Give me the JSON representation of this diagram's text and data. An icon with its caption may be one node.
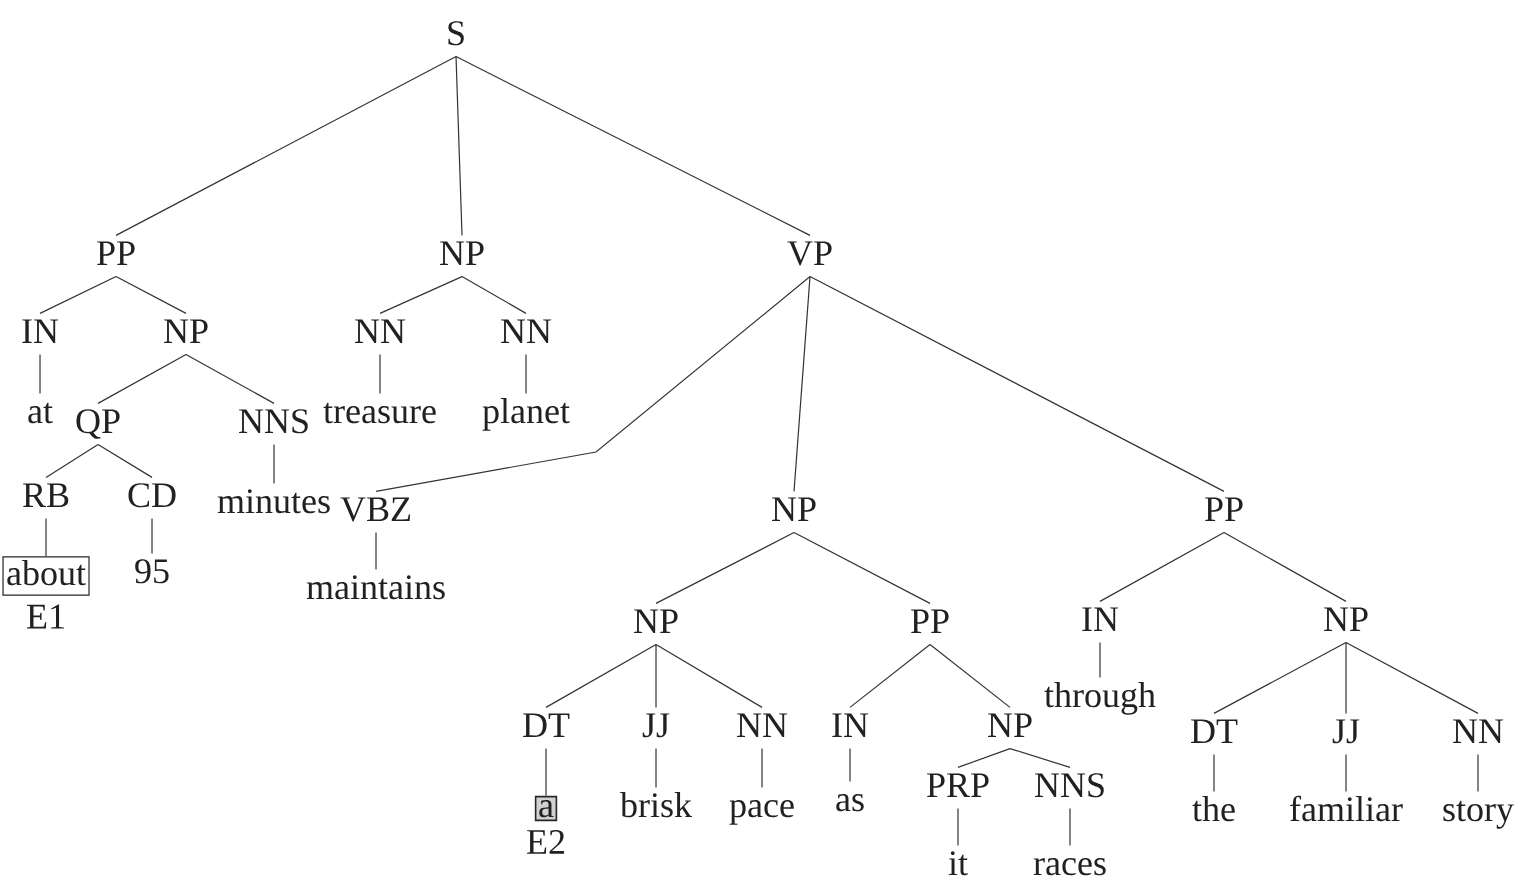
{
  "diagram": {
    "nodes": [
      {
        "text": [
          "S"
        ]
      },
      {
        "text": [
          "PP"
        ]
      },
      {
        "text": [
          "IN"
        ]
      },
      {
        "text": [
          "at"
        ]
      },
      {
        "text": [
          "NP"
        ]
      },
      {
        "text": [
          "QP"
        ]
      },
      {
        "text": [
          "RB"
        ]
      },
      {
        "text": [
          "about"
        ],
        "beside": [
          "E1"
        ]
      },
      {
        "text": [
          "CD"
        ]
      },
      {
        "text": [
          "95"
        ]
      },
      {
        "text": [
          "NNS"
        ]
      },
      {
        "text": [
          "minutes"
        ]
      },
      {
        "text": [
          "NP"
        ]
      },
      {
        "text": [
          "NN"
        ]
      },
      {
        "text": [
          "treasure"
        ]
      },
      {
        "text": [
          "NN"
        ]
      },
      {
        "text": [
          "planet"
        ]
      },
      {
        "text": [
          "VP"
        ]
      },
      {
        "text": [
          "VBZ"
        ]
      },
      {
        "text": [
          "maintains"
        ]
      },
      {
        "text": [
          "NP"
        ]
      },
      {
        "text": [
          "NP"
        ]
      },
      {
        "text": [
          "DT"
        ]
      },
      {
        "text": [
          "a"
        ],
        "beside": [
          "E2"
        ]
      },
      {
        "text": [
          "JJ"
        ]
      },
      {
        "text": [
          "brisk"
        ]
      },
      {
        "text": [
          "NN"
        ]
      },
      {
        "text": [
          "pace"
        ]
      },
      {
        "text": [
          "PP"
        ]
      },
      {
        "text": [
          "IN"
        ]
      },
      {
        "text": [
          "as"
        ]
      },
      {
        "text": [
          "NP"
        ]
      },
      {
        "text": [
          "PRP"
        ]
      },
      {
        "text": [
          "it"
        ]
      },
      {
        "text": [
          "NNS"
        ]
      },
      {
        "text": [
          "races"
        ]
      },
      {
        "text": [
          "PP"
        ]
      },
      {
        "text": [
          "IN"
        ]
      },
      {
        "text": [
          "through"
        ]
      },
      {
        "text": [
          "NP"
        ]
      },
      {
        "text": [
          "DT"
        ]
      },
      {
        "text": [
          "the"
        ]
      },
      {
        "text": [
          "JJ"
        ]
      },
      {
        "text": [
          "familiar"
        ]
      },
      {
        "text": [
          "NN"
        ]
      },
      {
        "text": [
          "story"
        ]
      }
    ],
    "edges": [
      {
        "from": 0,
        "to": 1,
        "arrow": "none"
      },
      {
        "from": 0,
        "to": 12,
        "arrow": "none"
      },
      {
        "from": 0,
        "to": 17,
        "arrow": "none"
      },
      {
        "from": 1,
        "to": 2,
        "arrow": "none"
      },
      {
        "from": 2,
        "to": 3,
        "arrow": "none"
      },
      {
        "from": 1,
        "to": 4,
        "arrow": "none"
      },
      {
        "from": 4,
        "to": 5,
        "arrow": "none"
      },
      {
        "from": 5,
        "to": 6,
        "arrow": "none"
      },
      {
        "from": 6,
        "to": 7,
        "arrow": "none"
      },
      {
        "from": 5,
        "to": 8,
        "arrow": "none"
      },
      {
        "from": 8,
        "to": 9,
        "arrow": "none"
      },
      {
        "from": 4,
        "to": 10,
        "arrow": "none"
      },
      {
        "from": 10,
        "to": 11,
        "arrow": "none"
      },
      {
        "from": 12,
        "to": 13,
        "arrow": "none"
      },
      {
        "from": 13,
        "to": 14,
        "arrow": "none"
      },
      {
        "from": 12,
        "to": 15,
        "arrow": "none"
      },
      {
        "from": 15,
        "to": 16,
        "arrow": "none"
      },
      {
        "from": 17,
        "to": 18,
        "arrow": "none"
      },
      {
        "from": 18,
        "to": 19,
        "arrow": "none"
      },
      {
        "from": 17,
        "to": 20,
        "arrow": "none"
      },
      {
        "from": 20,
        "to": 21,
        "arrow": "none"
      },
      {
        "from": 21,
        "to": 22,
        "arrow": "none"
      },
      {
        "from": 22,
        "to": 23,
        "arrow": "none"
      },
      {
        "from": 21,
        "to": 24,
        "arrow": "none"
      },
      {
        "from": 24,
        "to": 25,
        "arrow": "none"
      },
      {
        "from": 21,
        "to": 26,
        "arrow": "none"
      },
      {
        "from": 26,
        "to": 27,
        "arrow": "none"
      },
      {
        "from": 20,
        "to": 28,
        "arrow": "none"
      },
      {
        "from": 28,
        "to": 29,
        "arrow": "none"
      },
      {
        "from": 29,
        "to": 30,
        "arrow": "none"
      },
      {
        "from": 28,
        "to": 31,
        "arrow": "none"
      },
      {
        "from": 31,
        "to": 32,
        "arrow": "none"
      },
      {
        "from": 32,
        "to": 33,
        "arrow": "none"
      },
      {
        "from": 31,
        "to": 34,
        "arrow": "none"
      },
      {
        "from": 34,
        "to": 35,
        "arrow": "none"
      },
      {
        "from": 17,
        "to": 36,
        "arrow": "none"
      },
      {
        "from": 36,
        "to": 37,
        "arrow": "none"
      },
      {
        "from": 37,
        "to": 38,
        "arrow": "none"
      },
      {
        "from": 36,
        "to": 39,
        "arrow": "none"
      },
      {
        "from": 39,
        "to": 40,
        "arrow": "none"
      },
      {
        "from": 40,
        "to": 41,
        "arrow": "none"
      },
      {
        "from": 39,
        "to": 42,
        "arrow": "none"
      },
      {
        "from": 42,
        "to": 43,
        "arrow": "none"
      },
      {
        "from": 39,
        "to": 44,
        "arrow": "none"
      },
      {
        "from": 44,
        "to": 45,
        "arrow": "none"
      }
    ]
  }
}
